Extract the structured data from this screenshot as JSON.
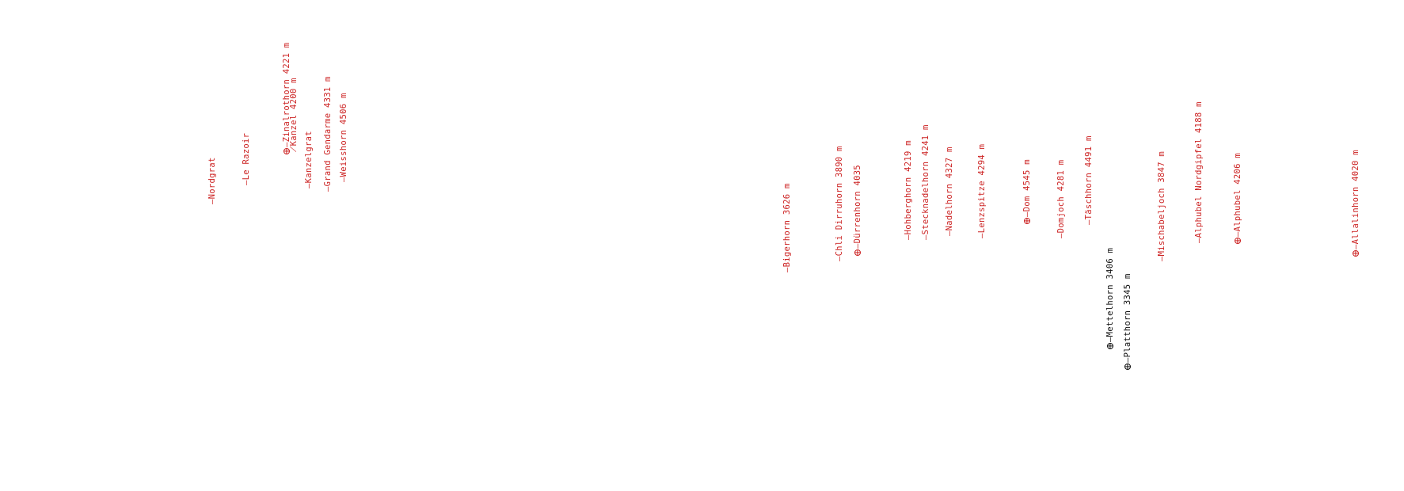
{
  "colors": {
    "red": "#cc2222",
    "black": "#111111"
  },
  "peaks": [
    {
      "id": "nordgrat",
      "text": "Nordgrat",
      "color": "red",
      "symbol": "none"
    },
    {
      "id": "le-razoir",
      "text": "Le Razoir",
      "color": "red",
      "symbol": "none"
    },
    {
      "id": "zinalrothorn",
      "text": "Zinalrothorn 4221 m",
      "color": "red",
      "symbol": "summit"
    },
    {
      "id": "kanzel",
      "text": "Kanzel 4200 m",
      "color": "red",
      "symbol": "slant"
    },
    {
      "id": "kanzelgrat",
      "text": "Kanzelgrat",
      "color": "red",
      "symbol": "none"
    },
    {
      "id": "grand-gendarme",
      "text": "Grand Gendarme 4331 m",
      "color": "red",
      "symbol": "none"
    },
    {
      "id": "weisshorn",
      "text": "Weisshorn 4506 m",
      "color": "red",
      "symbol": "none"
    },
    {
      "id": "bigerhorn",
      "text": "Bigerhorn 3626 m",
      "color": "red",
      "symbol": "none"
    },
    {
      "id": "chli-durrehorn",
      "text": "Chli Dirruhorn 3890 m",
      "color": "red",
      "symbol": "none"
    },
    {
      "id": "durrenhorn",
      "text": "Dürrenhorn 4035",
      "color": "red",
      "symbol": "summit"
    },
    {
      "id": "hohberghorn",
      "text": "Hohberghorn 4219 m",
      "color": "red",
      "symbol": "none"
    },
    {
      "id": "stecknadelhorn",
      "text": "Stecknadelhorn 4241 m",
      "color": "red",
      "symbol": "none"
    },
    {
      "id": "nadelhorn",
      "text": "Nadelhorn 4327 m",
      "color": "red",
      "symbol": "none"
    },
    {
      "id": "lenzspitze",
      "text": "Lenzspitze 4294 m",
      "color": "red",
      "symbol": "none"
    },
    {
      "id": "dom",
      "text": "Dom 4545 m",
      "color": "red",
      "symbol": "summit"
    },
    {
      "id": "domjoch",
      "text": "Domjoch 4281 m",
      "color": "red",
      "symbol": "none"
    },
    {
      "id": "taschhorn",
      "text": "Täschhorn 4491 m",
      "color": "red",
      "symbol": "none"
    },
    {
      "id": "mettelhorn",
      "text": "Mettelhorn 3406 m",
      "color": "black",
      "symbol": "summit"
    },
    {
      "id": "platthorn",
      "text": "Platthorn 3345 m",
      "color": "black",
      "symbol": "summit"
    },
    {
      "id": "mischabeljoch",
      "text": "Mischabeljoch 3847 m",
      "color": "red",
      "symbol": "none"
    },
    {
      "id": "alphubel-nordgipfel",
      "text": "Alphubel Nordgipfel 4188 m",
      "color": "red",
      "symbol": "none"
    },
    {
      "id": "alphubel",
      "text": "Alphubel 4206 m",
      "color": "red",
      "symbol": "summit"
    },
    {
      "id": "allalinhorn",
      "text": "Allalinhorn 4020 m",
      "color": "red",
      "symbol": "summit"
    }
  ]
}
